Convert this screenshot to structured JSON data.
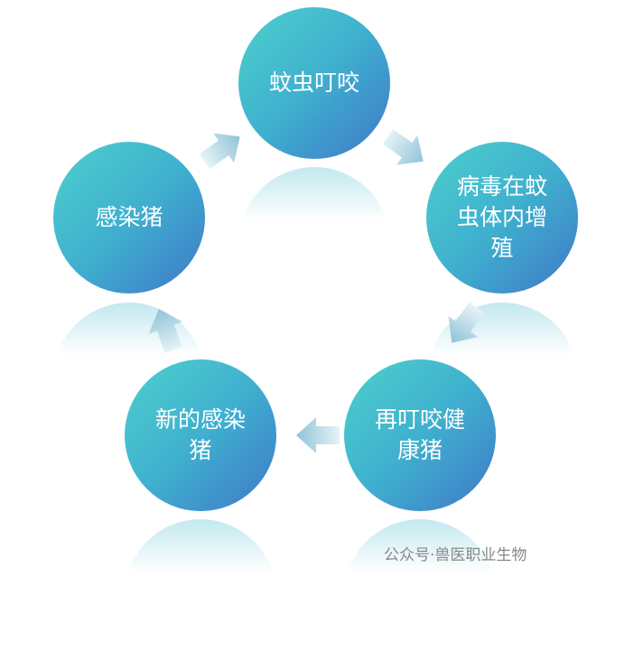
{
  "nodes": [
    "蚊虫叮咬",
    "病毒在蚊虫体内增殖",
    "再叮咬健康猪",
    "新的感染猪",
    "感染猪"
  ],
  "watermark": "公众号·兽医职业生物"
}
